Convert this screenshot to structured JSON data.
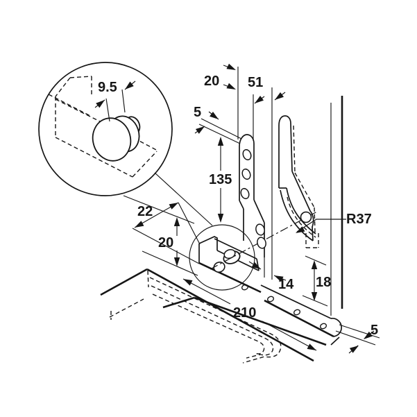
{
  "diagram": {
    "colors": {
      "line": "#161616",
      "background": "#ffffff"
    }
  },
  "labels": {
    "d95": "9.5",
    "d20top": "20",
    "d51": "51",
    "d5top": "5",
    "d135": "135",
    "d22": "22",
    "d20mid": "20",
    "d14": "14",
    "d18": "18",
    "d210": "210",
    "d5bot": "5",
    "r37": "R37"
  }
}
